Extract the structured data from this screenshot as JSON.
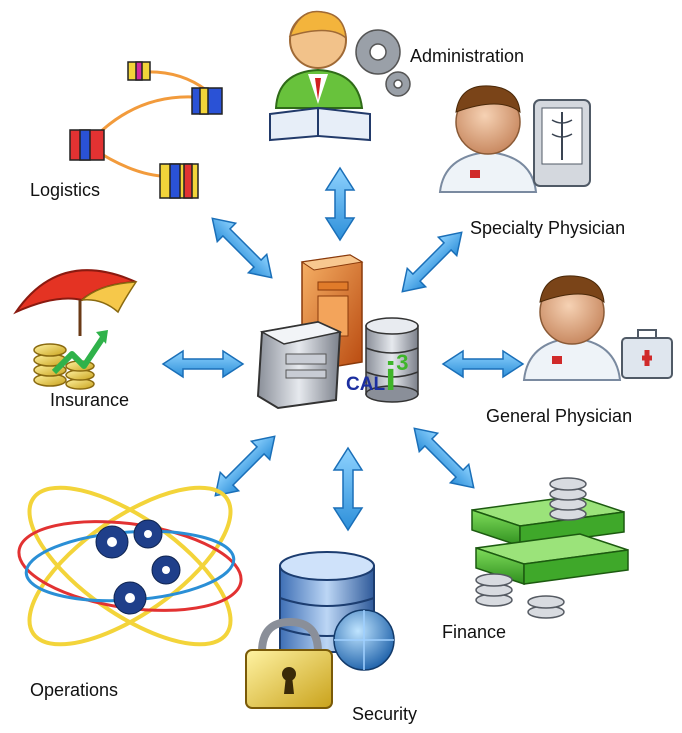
{
  "nodes": {
    "administration": "Administration",
    "logistics": "Logistics",
    "specialty_physician": "Specialty Physician",
    "general_physician": "General Physician",
    "insurance": "Insurance",
    "operations": "Operations",
    "finance": "Finance",
    "security": "Security"
  },
  "center": {
    "brand": "CAL",
    "letter": "i",
    "superscript": "3"
  },
  "colors": {
    "arrow": "#3ea6e8",
    "arrow_dark": "#1a6fb8",
    "brand_blue": "#1c2fa0",
    "brand_green": "#3fb52a"
  }
}
